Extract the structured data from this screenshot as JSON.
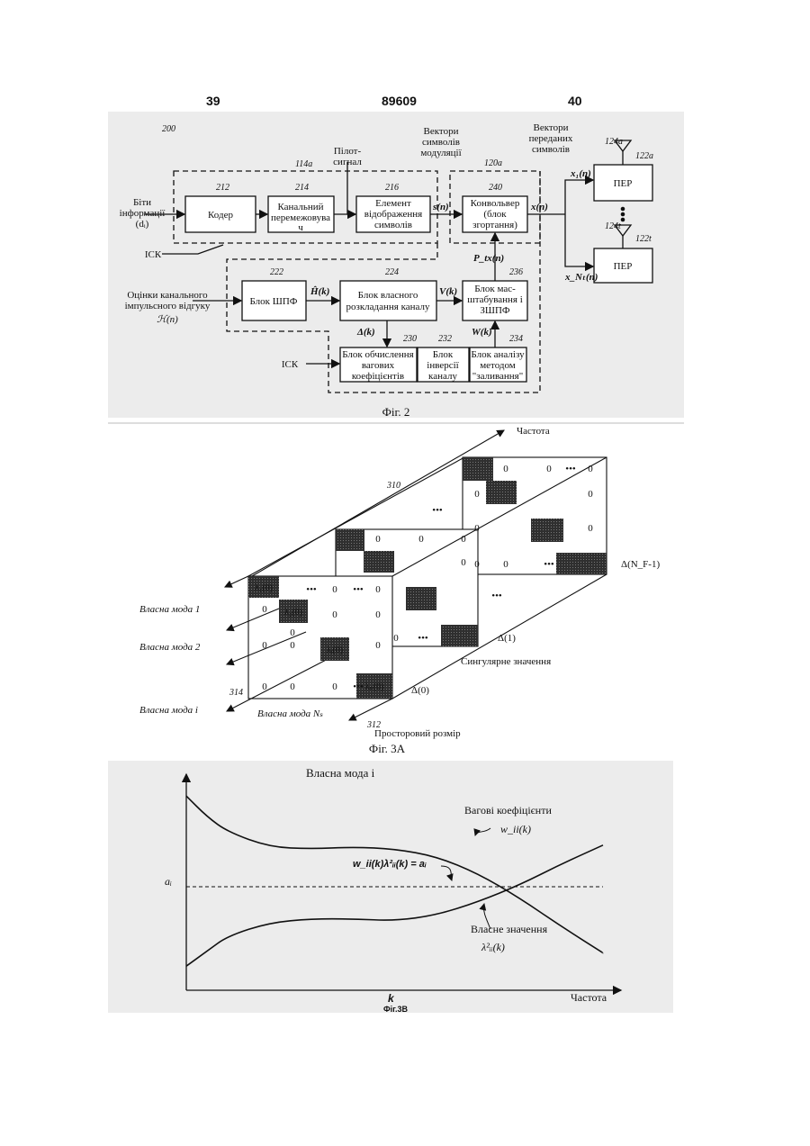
{
  "header": {
    "left": "39",
    "center": "89609",
    "right": "40"
  },
  "fig2": {
    "caption": "Фіг. 2",
    "ref_200": "200",
    "ref_114a": "114a",
    "ref_120a": "120a",
    "pilot": [
      "Пілот-",
      "сигнал"
    ],
    "vec_mod": [
      "Вектори",
      "символів",
      "модуляції"
    ],
    "vec_tx": [
      "Вектори",
      "переданих",
      "символів"
    ],
    "input_bits": [
      "Біти",
      "інформації",
      "(dᵢ)"
    ],
    "csi1": "ІСК",
    "csi2": "ІСК",
    "est": [
      "Оцінки канального",
      "імпульсного відгуку"
    ],
    "est_sym": "ℋ(n)",
    "blocks": {
      "b212": {
        "ref": "212",
        "lines": [
          "Кодер"
        ]
      },
      "b214": {
        "ref": "214",
        "lines": [
          "Канальний",
          "перемежовува",
          "ч"
        ]
      },
      "b216": {
        "ref": "216",
        "lines": [
          "Елемент",
          "відображення",
          "символів"
        ]
      },
      "b240": {
        "ref": "240",
        "lines": [
          "Конвольвер",
          "(блок",
          "згортання)"
        ]
      },
      "b222": {
        "ref": "222",
        "lines": [
          "Блок ШПФ"
        ]
      },
      "b224": {
        "ref": "224",
        "lines": [
          "Блок власного",
          "розкладання каналу"
        ]
      },
      "b236": {
        "ref": "236",
        "lines": [
          "Блок мас-",
          "штабування і",
          "ЗШПФ"
        ]
      },
      "b230": {
        "ref": "230",
        "lines": [
          "Блок обчислення",
          "вагових",
          "коефіцієнтів"
        ]
      },
      "b232": {
        "ref": "232",
        "lines": [
          "Блок",
          "інверсії",
          "каналу"
        ]
      },
      "b234": {
        "ref": "234",
        "lines": [
          "Блок аналізу",
          "методом",
          "\"заливання\""
        ]
      }
    },
    "per_a": {
      "ref": "122a",
      "ant": "124a",
      "label": "ПЕР",
      "sig": "x₁(n)"
    },
    "per_t": {
      "ref": "122t",
      "ant": "124t",
      "label": "ПЕР",
      "sig": "x_Nₜ(n)"
    },
    "sig_s": "s(n)",
    "sig_x": "x(n)",
    "sig_H": "Ĥ(k)",
    "sig_V": "V(k)",
    "sig_P": "P_tx(n)",
    "sig_D": "Δ(k)",
    "sig_W": "W(k)"
  },
  "fig3a": {
    "caption": "Фіг. 3А",
    "freq_axis": "Частота",
    "space_axis": "Просторовий розмір",
    "ref_310": "310",
    "ref_312": "312",
    "ref_314": "314",
    "modes": [
      "Власна мода 1",
      "Власна мода 2",
      "Власна мода i"
    ],
    "mode_ns": "Власна мода Nₛ",
    "singular": "Сингулярне значення",
    "delta0": "Δ(0)",
    "delta1": "Δ(1)",
    "deltaN": "Δ(N_F-1)",
    "zero": "0",
    "dots": "•••",
    "cell_labels": [
      "λ₁(0)",
      "λ₂(0)",
      "λᵢ(0)",
      "λₙ(0)"
    ]
  },
  "fig3b": {
    "caption": "Фіг.3В",
    "title": "Власна мода i",
    "weights_label": "Вагові коефіцієнти",
    "weights_sym": "w_ii(k)",
    "eigen_label": "Власне значення",
    "eigen_sym": "λ²ᵢᵢ(k)",
    "equation": "w_ii(k)λ²ᵢᵢ(k) = aᵢ",
    "ylabel": "aᵢ",
    "xlabel": "k",
    "x_axis_name": "Частота"
  },
  "chart_data": {
    "type": "line",
    "title": "Власна мода i",
    "xlabel": "k",
    "ylabel": "",
    "series": [
      {
        "name": "Вагові коефіцієнти",
        "x": [
          0,
          0.05,
          0.1,
          0.2,
          0.3,
          0.4,
          0.5,
          0.6,
          0.7,
          0.8,
          0.9,
          1.0
        ],
        "values": [
          0.98,
          0.87,
          0.79,
          0.71,
          0.7,
          0.71,
          0.7,
          0.66,
          0.57,
          0.44,
          0.29,
          0.15
        ]
      },
      {
        "name": "Власне значення",
        "x": [
          0,
          0.05,
          0.1,
          0.2,
          0.3,
          0.4,
          0.5,
          0.6,
          0.7,
          0.8,
          0.9,
          1.0
        ],
        "values": [
          0.08,
          0.16,
          0.24,
          0.31,
          0.33,
          0.33,
          0.32,
          0.35,
          0.42,
          0.51,
          0.62,
          0.72
        ]
      }
    ],
    "reference_line": {
      "name": "aᵢ",
      "value": 0.5
    },
    "grid": false
  }
}
